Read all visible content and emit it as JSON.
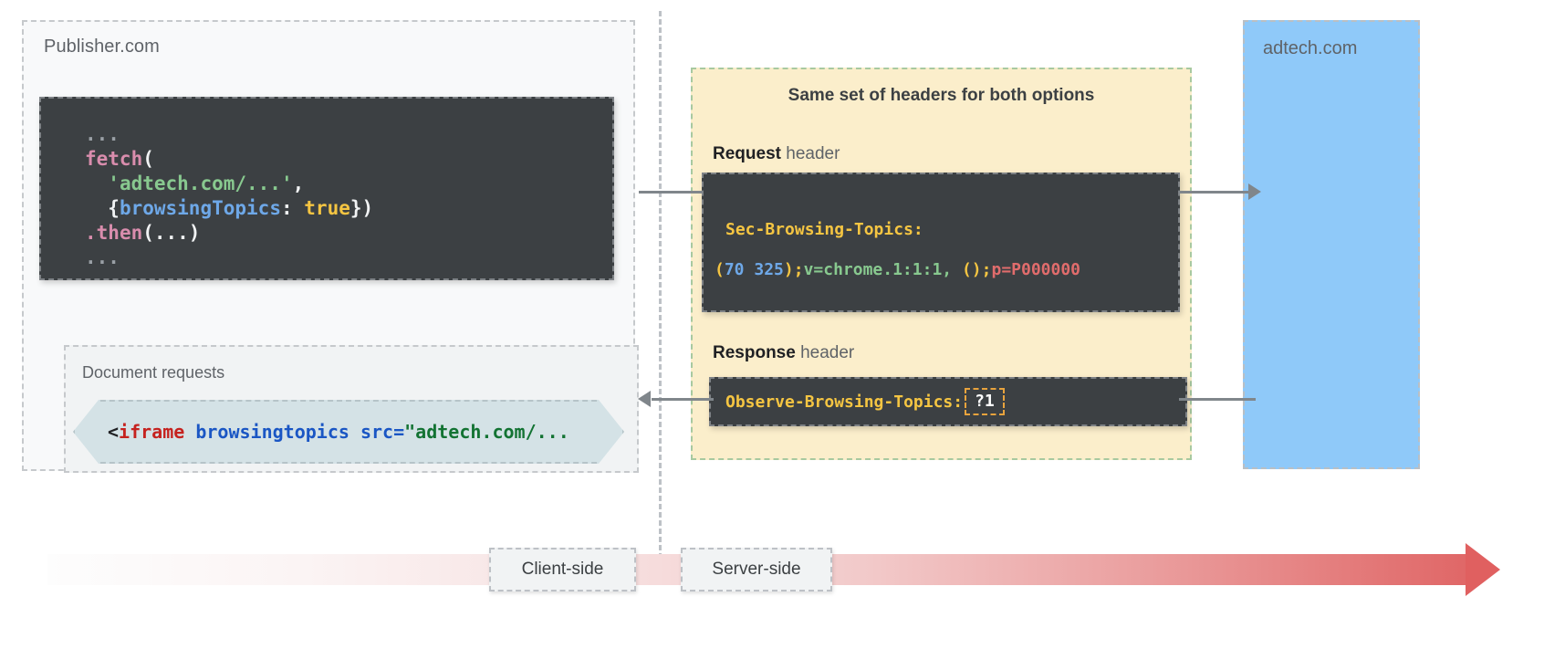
{
  "publisher": {
    "label": "Publisher.com",
    "code": {
      "dots_top": "...",
      "fn_name": "fetch",
      "open_paren": "(",
      "url_string": "'adtech.com/...'",
      "comma": ",",
      "brace_open": "{",
      "option_key": "browsingTopics",
      "colon": ":",
      "option_value": "true",
      "brace_close": "})",
      "then_dot": ".",
      "then_name": "then",
      "then_args": "(...)",
      "dots_bottom": "..."
    },
    "document_requests": {
      "label": "Document requests",
      "snippet": {
        "angle": "<",
        "tag": "iframe",
        "attr": " browsingtopics src=",
        "value": "\"adtech.com/..."
      }
    }
  },
  "headers_panel": {
    "title": "Same set of headers for both options",
    "request": {
      "label_bold": "Request",
      "label_rest": " header",
      "header_name": "Sec-Browsing-Topics:",
      "value_parts": {
        "p1": "(",
        "p2": "70 325",
        "p3": ");",
        "p4": "v=chrome.1:1:1,",
        "p5": " ();",
        "p6": "p=P000000"
      }
    },
    "response": {
      "label_bold": "Response",
      "label_rest": " header",
      "header_name": "Observe-Browsing-Topics:",
      "header_value": "?1"
    }
  },
  "adtech": {
    "label": "adtech.com"
  },
  "timeline": {
    "client_label": "Client-side",
    "server_label": "Server-side"
  },
  "colors": {
    "publisher_bg": "#f8f9fa",
    "headers_bg": "#fbeecb",
    "adtech_bg": "#8fc9f9",
    "code_bg": "#3c4043",
    "iframe_bg": "#d4e2e6",
    "accent_yellow": "#f5c542",
    "accent_red": "#e06060",
    "arrow_gray": "#80868b"
  }
}
